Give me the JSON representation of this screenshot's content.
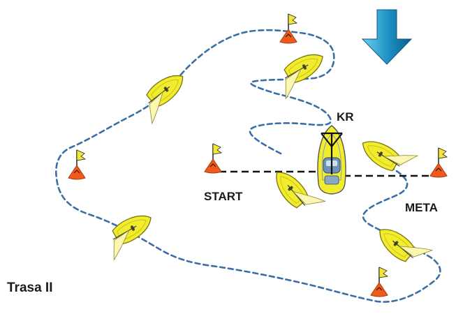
{
  "labels": {
    "start": "START",
    "finish": "META",
    "committee": "KR",
    "route_name": "Trasa II"
  },
  "icons": {
    "wind": "wind-direction-arrow-icon",
    "buoy": "orange-flag-buoy-icon",
    "boat": "yellow-sailboat-icon",
    "committee_boat": "committee-motorboat-icon"
  },
  "colors": {
    "course_line": "#3a6ea5",
    "start_finish_line": "#111111",
    "hull": "#f2ec2e",
    "buoy": "#f05a1a",
    "flag": "#f5e63a",
    "wind_arrow": "#1a8fc0"
  }
}
